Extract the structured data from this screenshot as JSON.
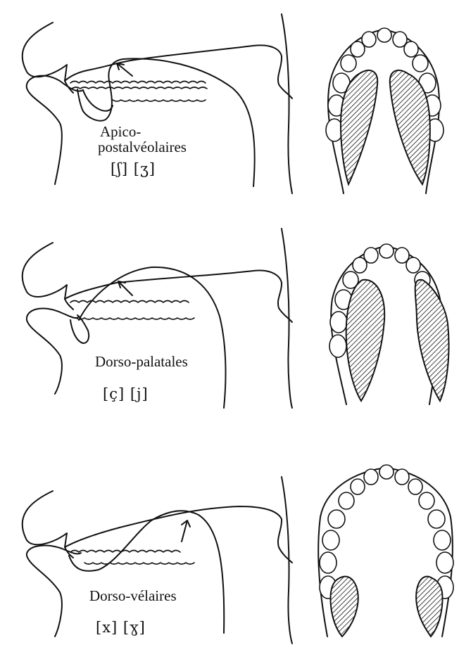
{
  "panels": [
    {
      "id": "apico-postalveolaires",
      "label_lines": [
        "Apico-",
        "postalvéolaires"
      ],
      "symbols": "[ʃ]  [ʒ]"
    },
    {
      "id": "dorso-palatales",
      "label_lines": [
        "Dorso-palatales"
      ],
      "symbols": "[ç]  [j]"
    },
    {
      "id": "dorso-velaires",
      "label_lines": [
        "Dorso-vélaires"
      ],
      "symbols": "[x]  [ɣ]"
    }
  ],
  "colors": {
    "ink": "#111111",
    "background": "#ffffff"
  }
}
